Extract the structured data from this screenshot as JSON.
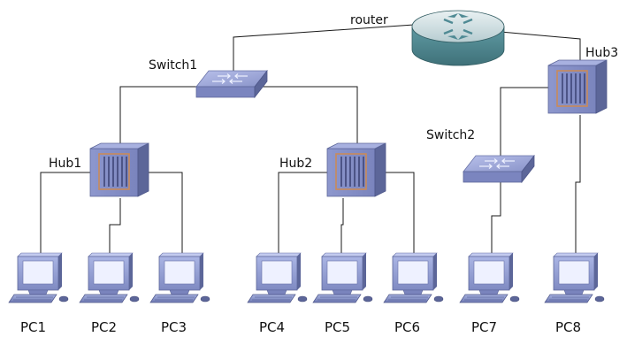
{
  "diagram": {
    "devices": {
      "router": {
        "label": "router",
        "icon": "router-icon"
      },
      "switch1": {
        "label": "Switch1",
        "icon": "switch-icon"
      },
      "switch2": {
        "label": "Switch2",
        "icon": "switch-icon"
      },
      "hub1": {
        "label": "Hub1",
        "icon": "hub-icon"
      },
      "hub2": {
        "label": "Hub2",
        "icon": "hub-icon"
      },
      "hub3": {
        "label": "Hub3",
        "icon": "hub-icon"
      }
    },
    "pcs": [
      {
        "label": "PC1",
        "icon": "pc-icon"
      },
      {
        "label": "PC2",
        "icon": "pc-icon"
      },
      {
        "label": "PC3",
        "icon": "pc-icon"
      },
      {
        "label": "PC4",
        "icon": "pc-icon"
      },
      {
        "label": "PC5",
        "icon": "pc-icon"
      },
      {
        "label": "PC6",
        "icon": "pc-icon"
      },
      {
        "label": "PC7",
        "icon": "pc-icon"
      },
      {
        "label": "PC8",
        "icon": "pc-icon"
      }
    ],
    "links": [
      [
        "router",
        "switch1"
      ],
      [
        "router",
        "hub3"
      ],
      [
        "switch1",
        "hub1"
      ],
      [
        "switch1",
        "hub2"
      ],
      [
        "hub3",
        "switch2"
      ],
      [
        "hub3",
        "PC8"
      ],
      [
        "hub1",
        "PC1"
      ],
      [
        "hub1",
        "PC2"
      ],
      [
        "hub1",
        "PC3"
      ],
      [
        "hub2",
        "PC4"
      ],
      [
        "hub2",
        "PC5"
      ],
      [
        "hub2",
        "PC6"
      ],
      [
        "switch2",
        "PC7"
      ]
    ],
    "colors": {
      "router_body": "#4f8a94",
      "device_face": "#8e99cc",
      "device_dark": "#5c6699",
      "hub_slot": "#c98a5a",
      "monitor_frame": "#9aa6d6",
      "monitor_screen": "#eef1ff",
      "wire": "#1a1a1a"
    }
  }
}
